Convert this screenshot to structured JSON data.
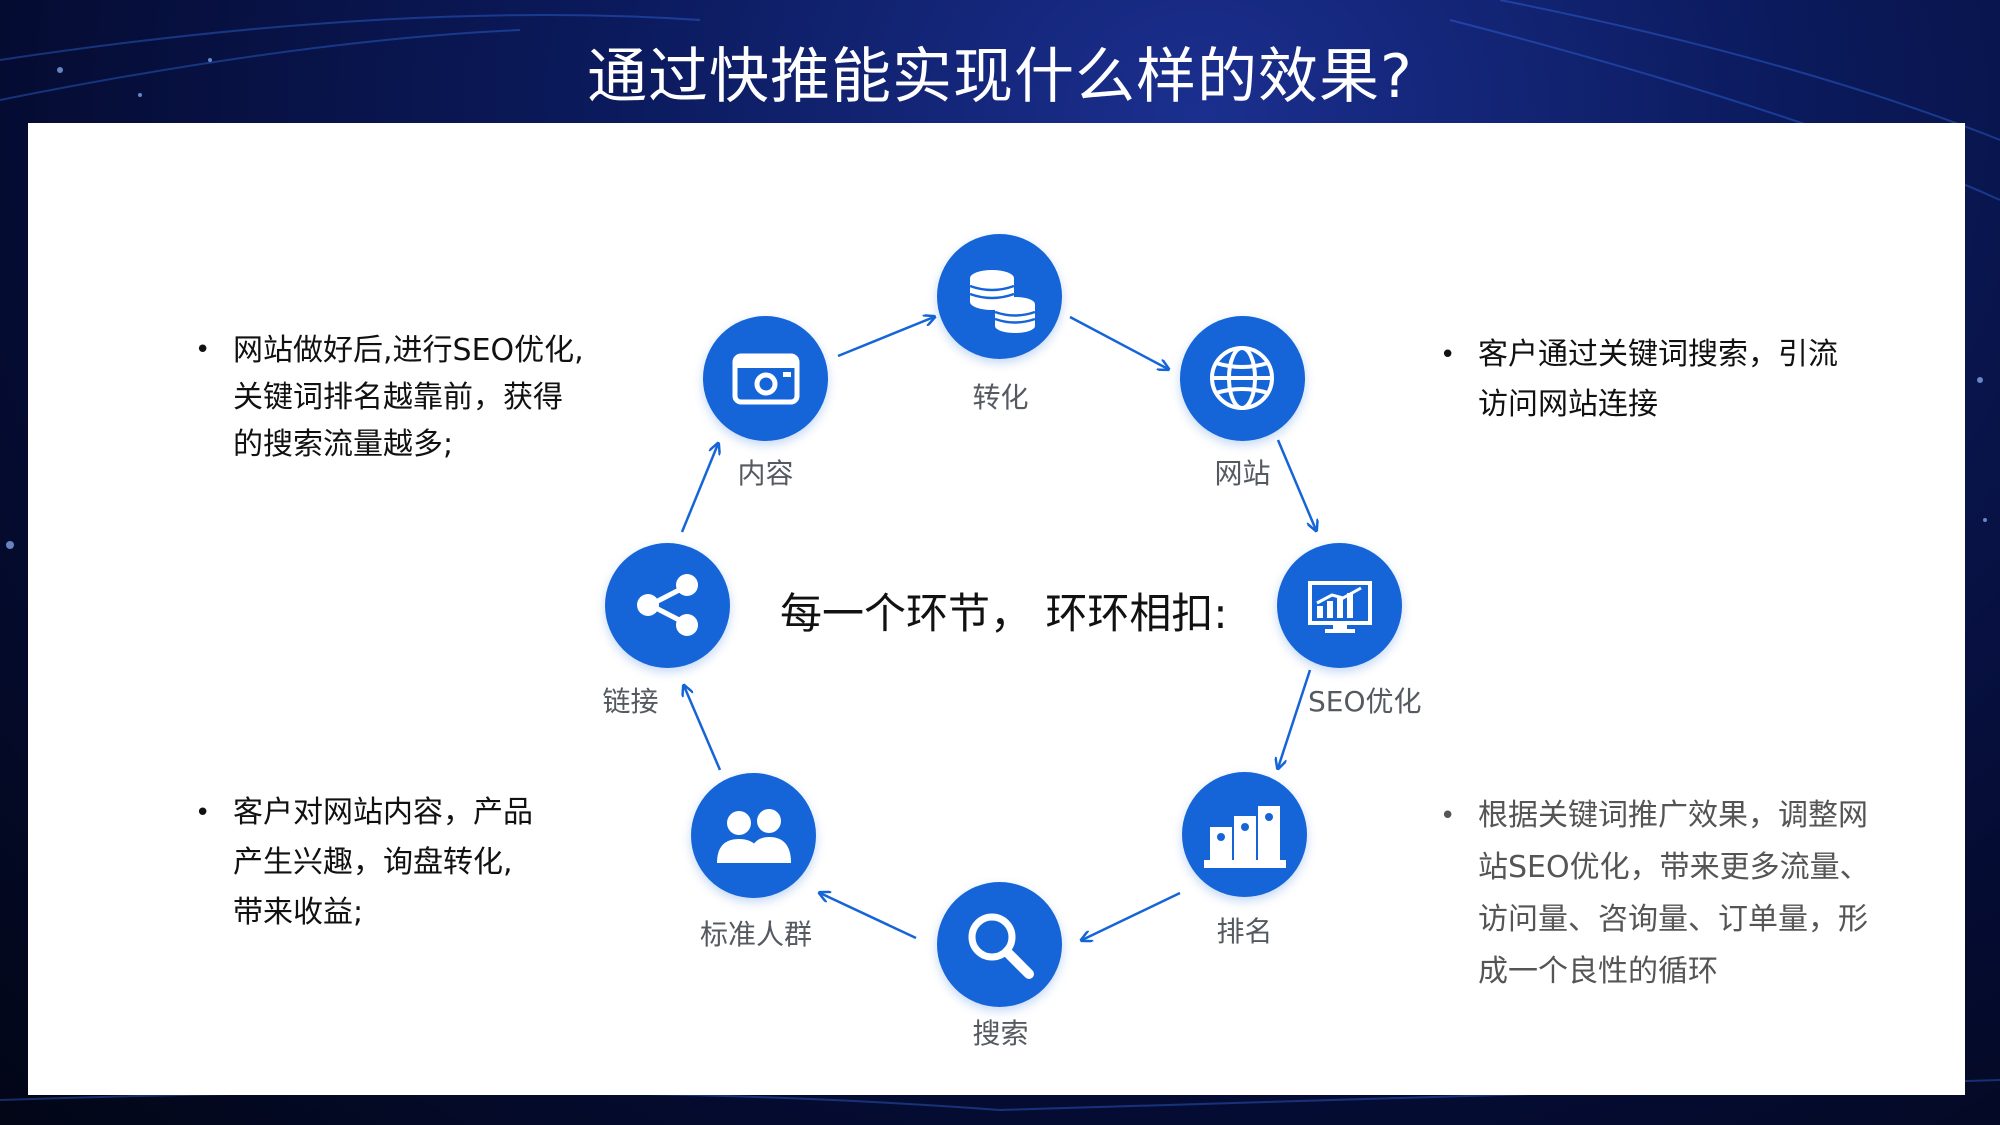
{
  "title": "通过快推能实现什么样的效果?",
  "center_text": "每一个环节， 环环相扣:",
  "cycle_nodes": [
    {
      "key": "conversion",
      "label": "转化",
      "icon": "coins-icon"
    },
    {
      "key": "website",
      "label": "网站",
      "icon": "globe-icon"
    },
    {
      "key": "seo",
      "label": "SEO优化",
      "icon": "monitor-chart-icon"
    },
    {
      "key": "ranking",
      "label": "排名",
      "icon": "podium-icon"
    },
    {
      "key": "search",
      "label": "搜索",
      "icon": "magnifier-icon"
    },
    {
      "key": "audience",
      "label": "标准人群",
      "icon": "people-icon"
    },
    {
      "key": "link",
      "label": "链接",
      "icon": "share-icon"
    },
    {
      "key": "content",
      "label": "内容",
      "icon": "camera-icon"
    }
  ],
  "notes": {
    "top_left": [
      "网站做好后,进行SEO优化,",
      "关键词排名越靠前，获得",
      "的搜索流量越多;"
    ],
    "top_right": [
      "客户通过关键词搜索，引流",
      "访问网站连接"
    ],
    "bottom_left": [
      "客户对网站内容，产品",
      "产生兴趣，询盘转化,",
      "带来收益;"
    ],
    "bottom_right": [
      "根据关键词推广效果，调整网",
      "站SEO优化，带来更多流量、",
      "访问量、咨询量、订单量，形",
      "成一个良性的循环"
    ]
  },
  "colors": {
    "accent": "#1565d8",
    "background": "#0b1a5c",
    "panel": "#ffffff"
  }
}
